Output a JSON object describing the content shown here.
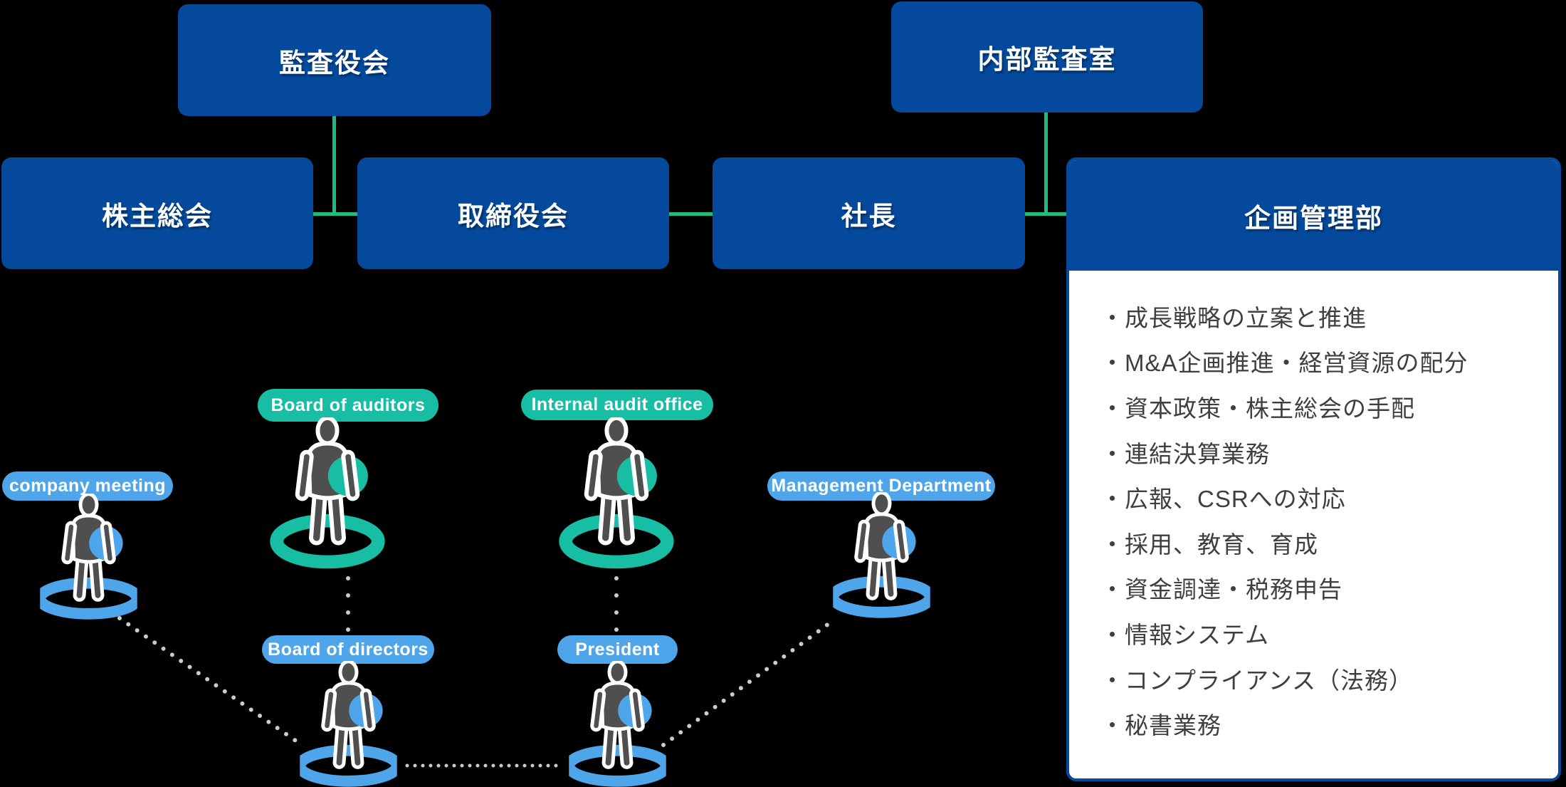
{
  "colors": {
    "background": "#000000",
    "box_blue": "#04499C",
    "connector_green": "#1FBC7C",
    "teal_accent": "#17BEA3",
    "blue_accent": "#4FA5EA",
    "figure_gray": "#4F4F4F",
    "dot_gray": "#CCCCCC",
    "panel_bg": "#FFFFFF",
    "duty_text": "#3F3F3F",
    "label_text": "#FFFFFF"
  },
  "org_chart": {
    "boxes": {
      "board_of_auditors": "監査役会",
      "internal_audit_office": "内部監査室",
      "shareholders_meeting": "株主総会",
      "board_of_directors": "取締役会",
      "president": "社長",
      "planning_management_dept": "企画管理部"
    },
    "planning_management_duties": [
      "・成長戦略の立案と推進",
      "・M&A企画推進・経営資源の配分",
      "・資本政策・株主総会の手配",
      "・連結決算業務",
      "・広報、CSRへの対応",
      "・採用、教育、育成",
      "・資金調達・税務申告",
      "・情報システム",
      "・コンプライアンス（法務）",
      "・秘書業務"
    ]
  },
  "people": {
    "company_meeting": {
      "label": "company meeting",
      "accent": "blue"
    },
    "board_of_auditors": {
      "label": "Board of auditors",
      "accent": "teal"
    },
    "internal_audit_office": {
      "label": "Internal audit office",
      "accent": "teal"
    },
    "management_department": {
      "label": "Management Department",
      "accent": "blue"
    },
    "board_of_directors": {
      "label": "Board of directors",
      "accent": "blue"
    },
    "president": {
      "label": "President",
      "accent": "blue"
    }
  }
}
